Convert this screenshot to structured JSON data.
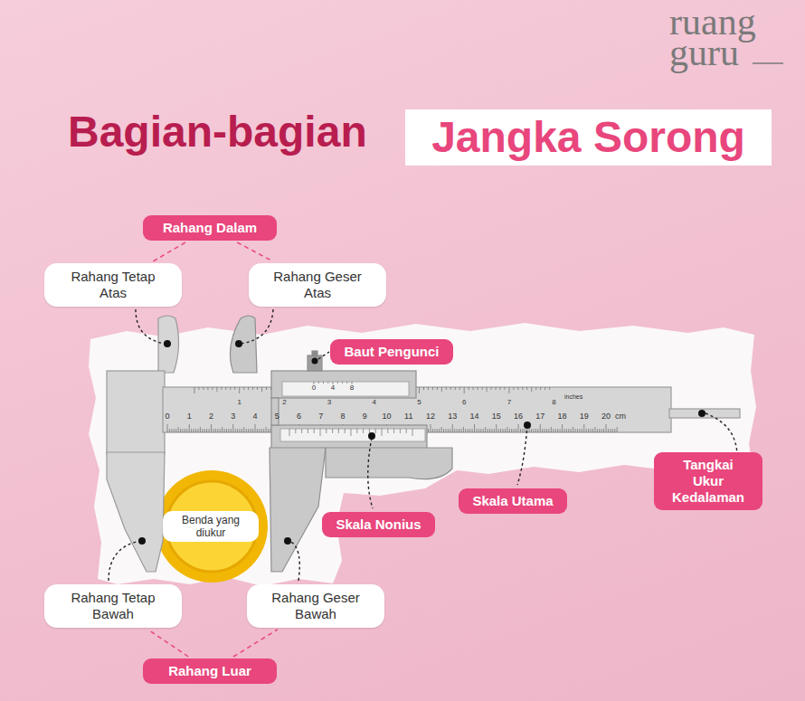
{
  "diagram": {
    "title": "Bagian-bagian",
    "nodes": [
      {
        "text": [
          "Jangka Sorong"
        ]
      },
      {
        "text": [
          "Rahang Dalam"
        ]
      },
      {
        "text": [
          "Rahang Tetap Atas"
        ]
      },
      {
        "text": [
          "Rahang Geser Atas"
        ]
      },
      {
        "text": [
          "Baut Pengunci"
        ]
      },
      {
        "text": [
          "Tangkai Ukur Kedalaman"
        ]
      },
      {
        "text": [
          "Skala Utama"
        ]
      },
      {
        "text": [
          "Skala Nonius"
        ]
      },
      {
        "text": [
          "Benda yang diukur"
        ]
      },
      {
        "text": [
          "Rahang Tetap Bawah"
        ]
      },
      {
        "text": [
          "Rahang Geser Bawah"
        ]
      },
      {
        "text": [
          "Rahang Luar"
        ]
      }
    ],
    "edges": [
      {
        "from": 1,
        "to": 2,
        "arrow": "none"
      },
      {
        "from": 1,
        "to": 3,
        "arrow": "none"
      },
      {
        "from": 11,
        "to": 9,
        "arrow": "none"
      },
      {
        "from": 11,
        "to": 10,
        "arrow": "none"
      }
    ],
    "labels": [
      "ruang",
      "guru",
      "0",
      "1",
      "2",
      "3",
      "4",
      "5",
      "6",
      "7",
      "8",
      "9",
      "10",
      "11",
      "12",
      "13",
      "14",
      "15",
      "16",
      "17",
      "18",
      "19",
      "20",
      "cm",
      "inches",
      "1",
      "2",
      "3",
      "4",
      "5",
      "6",
      "7",
      "8",
      "0",
      "4",
      "8"
    ]
  }
}
